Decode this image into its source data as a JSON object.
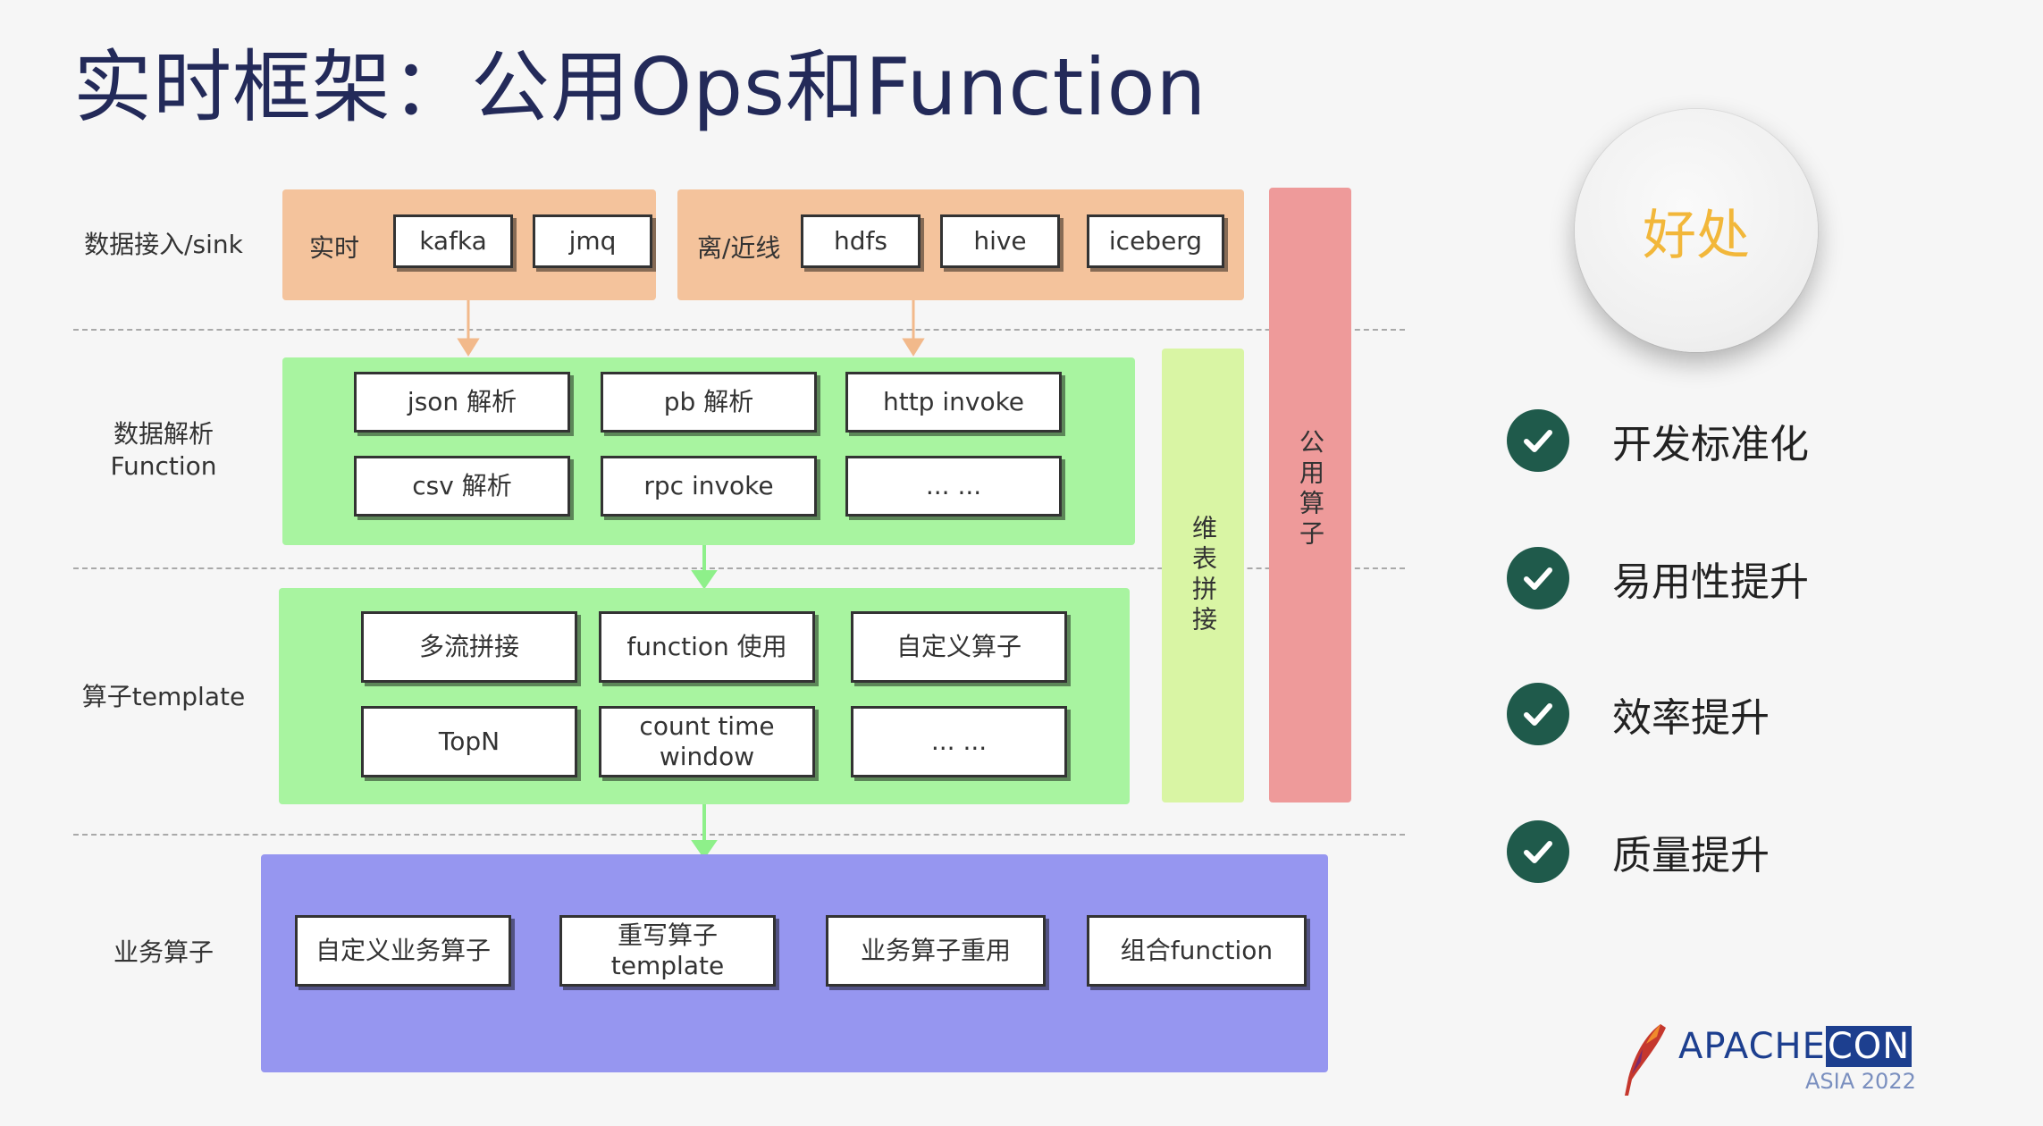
{
  "title": "实时框架：公用Ops和Function",
  "rows": {
    "sink": "数据接入/sink",
    "parse": "数据解析\nFunction",
    "template": "算子template",
    "business": "业务算子"
  },
  "sink_panel": {
    "realtime_label": "实时",
    "realtime_boxes": [
      "kafka",
      "jmq"
    ],
    "offline_label": "离/近线",
    "offline_boxes": [
      "hdfs",
      "hive",
      "iceberg"
    ]
  },
  "parse_panel": {
    "boxes": [
      "json 解析",
      "pb 解析",
      "http invoke",
      "csv 解析",
      "rpc invoke",
      "... ..."
    ]
  },
  "template_panel": {
    "boxes": [
      "多流拼接",
      "function 使用",
      "自定义算子",
      "TopN",
      "count time\nwindow",
      "... ..."
    ]
  },
  "business_panel": {
    "boxes": [
      "自定义业务算子",
      "重写算子\ntemplate",
      "业务算子重用",
      "组合function"
    ]
  },
  "side": {
    "dim_join": "维表拼接",
    "common_ops": "公用算子"
  },
  "benefits": {
    "title": "好处",
    "items": [
      "开发标准化",
      "易用性提升",
      "效率提升",
      "质量提升"
    ]
  },
  "logo": {
    "apache": "APACHE",
    "con": "CON",
    "sub": "ASIA 2022"
  },
  "colors": {
    "title": "#232a59",
    "sink_panel": "#f4c39c",
    "parse_panel": "#a8f4a0",
    "template_panel": "#a8f4a0",
    "dim_join": "#d9f5a4",
    "common_ops": "#ee9a9a",
    "business_panel": "#9696f0",
    "check": "#1f5a4b",
    "benefit_title": "#f2b73a"
  }
}
